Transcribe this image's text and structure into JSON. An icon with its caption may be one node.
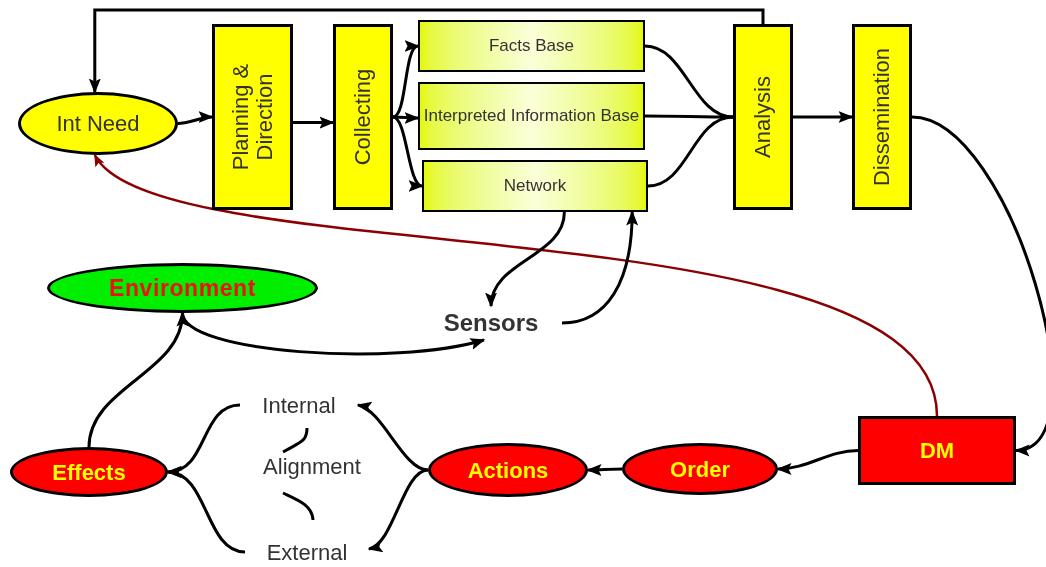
{
  "diagram": {
    "nodes": [
      {
        "text": [
          "Int Need"
        ]
      },
      {
        "text": [
          "Planning & Direction"
        ]
      },
      {
        "text": [
          "Collecting"
        ]
      },
      {
        "text": [
          "Facts Base"
        ]
      },
      {
        "text": [
          "Interpreted Information Base"
        ]
      },
      {
        "text": [
          "Network"
        ]
      },
      {
        "text": [
          "Analysis"
        ]
      },
      {
        "text": [
          "Dissemination"
        ]
      },
      {
        "text": [
          "Environment"
        ]
      },
      {
        "text": [
          "Sensors"
        ]
      },
      {
        "text": [
          "Internal"
        ]
      },
      {
        "text": [
          "Alignment"
        ]
      },
      {
        "text": [
          "External"
        ]
      },
      {
        "text": [
          "Effects"
        ]
      },
      {
        "text": [
          "Actions"
        ]
      },
      {
        "text": [
          "Order"
        ]
      },
      {
        "text": [
          "DM"
        ]
      }
    ],
    "edges": [
      {
        "from": 0,
        "to": 1,
        "arrow": "to"
      },
      {
        "from": 1,
        "to": 2,
        "arrow": "to"
      },
      {
        "from": 2,
        "to": 3,
        "arrow": "to"
      },
      {
        "from": 2,
        "to": 4,
        "arrow": "to"
      },
      {
        "from": 2,
        "to": 5,
        "arrow": "to"
      },
      {
        "from": 3,
        "to": 6,
        "arrow": "none"
      },
      {
        "from": 4,
        "to": 6,
        "arrow": "none"
      },
      {
        "from": 5,
        "to": 6,
        "arrow": "none"
      },
      {
        "from": 6,
        "to": 7,
        "arrow": "to"
      },
      {
        "from": 7,
        "to": 16,
        "arrow": "to"
      },
      {
        "from": 16,
        "to": 0,
        "arrow": "to",
        "color": "#8b0000"
      },
      {
        "from": 5,
        "to": 9,
        "arrow": "to"
      },
      {
        "from": 9,
        "to": 5,
        "arrow": "to"
      },
      {
        "from": 8,
        "to": 9,
        "arrow": "to"
      },
      {
        "from": 13,
        "to": 8,
        "arrow": "to"
      },
      {
        "from": 16,
        "to": 15,
        "arrow": "to"
      },
      {
        "from": 15,
        "to": 14,
        "arrow": "to"
      },
      {
        "from": 14,
        "to": 10,
        "arrow": "to"
      },
      {
        "from": 14,
        "to": 12,
        "arrow": "to"
      },
      {
        "from": 10,
        "to": 13,
        "arrow": "to"
      },
      {
        "from": 12,
        "to": 13,
        "arrow": "to"
      },
      {
        "from": 6,
        "to": 0,
        "arrow": "to"
      }
    ]
  }
}
